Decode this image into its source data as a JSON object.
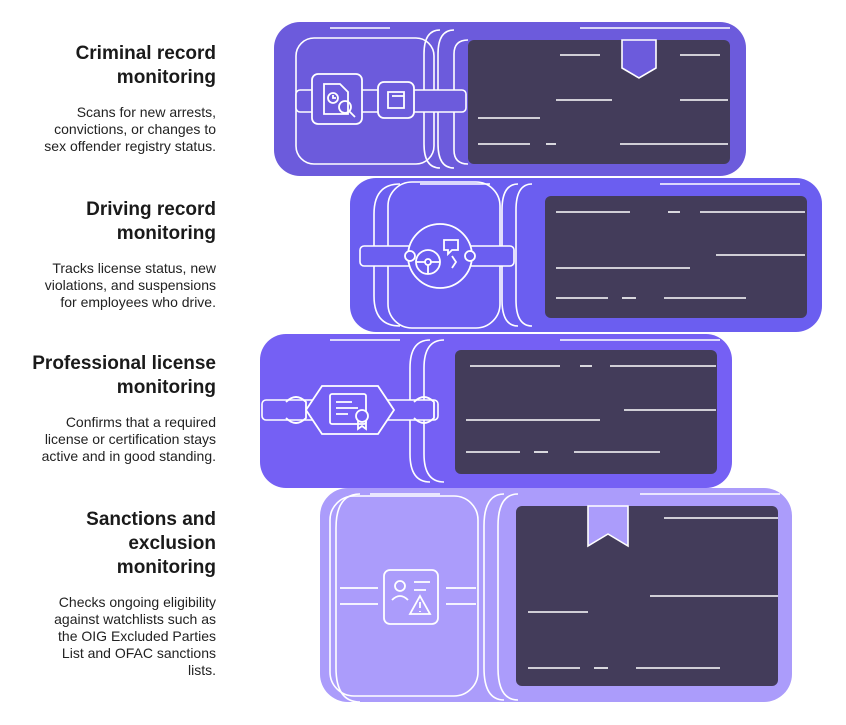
{
  "items": [
    {
      "title_line1": "Criminal record",
      "title_line2": "monitoring",
      "title_line3": "",
      "desc_lines": [
        "Scans for new arrests,",
        "convictions, or changes to",
        "sex offender registry status."
      ],
      "icon": "search-record-icon",
      "accent": "#6c5bdc"
    },
    {
      "title_line1": "Driving record",
      "title_line2": "monitoring",
      "title_line3": "",
      "desc_lines": [
        "Tracks license status, new",
        "violations, and suspensions",
        "for employees who drive."
      ],
      "icon": "steering-wheel-icon",
      "accent": "#6b5ef0"
    },
    {
      "title_line1": "Professional license",
      "title_line2": "monitoring",
      "title_line3": "",
      "desc_lines": [
        "Confirms that a required",
        "license or certification stays",
        "active and in good standing."
      ],
      "icon": "certificate-icon",
      "accent": "#7560f4"
    },
    {
      "title_line1": "Sanctions and",
      "title_line2": "exclusion",
      "title_line3": "monitoring",
      "desc_lines": [
        "Checks ongoing eligibility",
        "against watchlists such as",
        "the OIG Excluded Parties",
        "List and OFAC sanctions",
        "lists."
      ],
      "icon": "id-warning-icon",
      "accent": "#ab9cfb"
    }
  ],
  "colors": {
    "page_dark": "#433c5a",
    "cover_line": "#ffffff"
  }
}
